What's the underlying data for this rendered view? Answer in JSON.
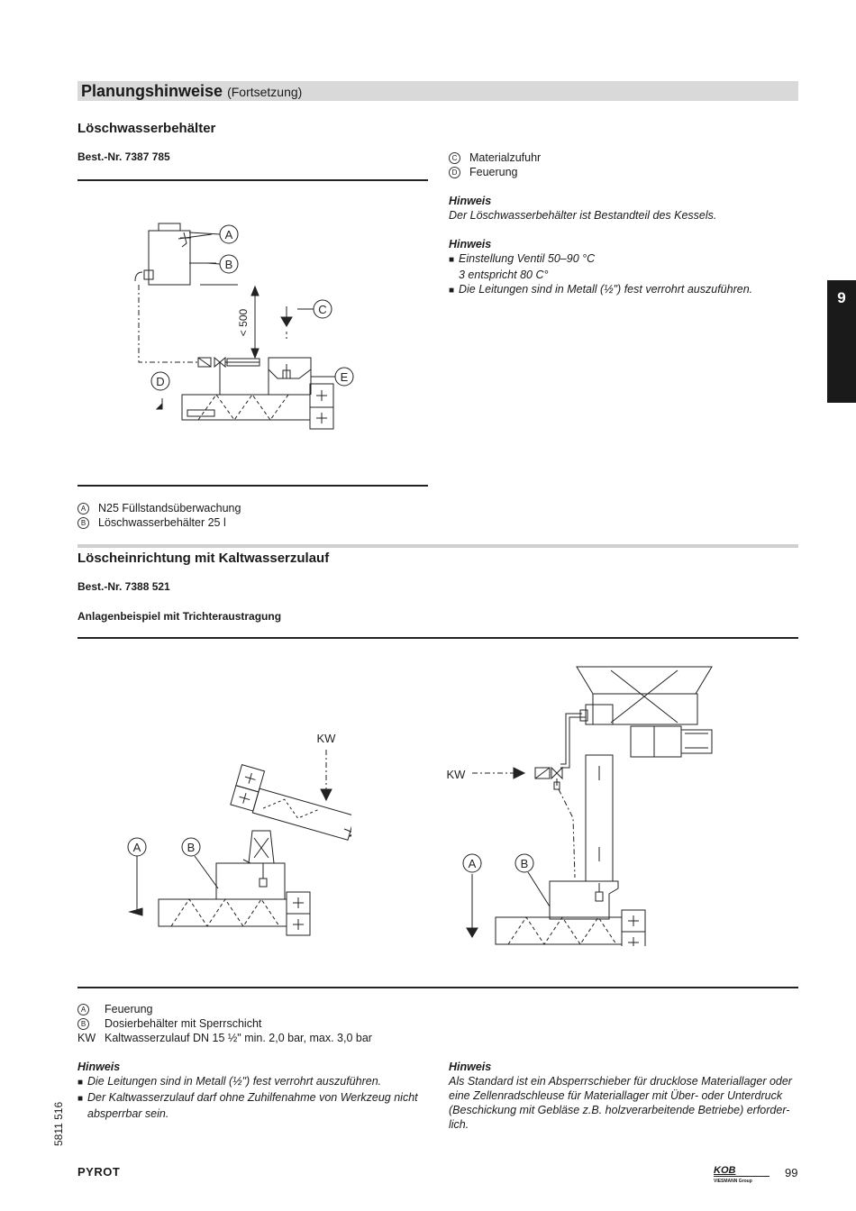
{
  "header": {
    "title": "Planungshinweise",
    "subtitle": "(Fortsetzung)"
  },
  "tab": {
    "chapter": "9"
  },
  "section1": {
    "title": "Löschwasserbehälter",
    "order_no": "Best.-Nr. 7387 785",
    "legend_right": [
      {
        "letter": "C",
        "text": "Materialzufuhr"
      },
      {
        "letter": "D",
        "text": "Feuerung"
      }
    ],
    "hinweis1": {
      "heading": "Hinweis",
      "text": "Der Löschwasserbehälter ist Bestandteil des Kessels."
    },
    "hinweis2": {
      "heading": "Hinweis",
      "items": [
        {
          "bullet": "■",
          "line1": "Einstellung Ventil 50–90 °C",
          "line2": "3 entspricht 80 C°"
        },
        {
          "bullet": "■",
          "line1": "Die Leitungen sind in Metall (½\") fest verrohrt auszuführen.",
          "line2": ""
        }
      ]
    },
    "legend_bottom": [
      {
        "letter": "A",
        "text": "N25 Füllstandsüberwachung"
      },
      {
        "letter": "B",
        "text": "Löschwasserbehälter 25 l"
      }
    ],
    "diagram": {
      "labels": [
        "A",
        "B",
        "C",
        "D",
        "E"
      ],
      "dimension": "< 500"
    }
  },
  "section2": {
    "title": "Löscheinrichtung mit Kaltwasserzulauf",
    "order_no": "Best.-Nr. 7388 521",
    "subtitle": "Anlagenbeispiel mit Trichteraustragung",
    "diagram_left": {
      "labels": [
        "A",
        "B"
      ],
      "kw": "KW"
    },
    "diagram_right": {
      "labels": [
        "A",
        "B"
      ],
      "kw": "KW"
    },
    "legend": [
      {
        "letter": "A",
        "text": "Feuerung"
      },
      {
        "letter": "B",
        "text": "Dosierbehälter mit Sperrschicht"
      },
      {
        "letter": "KW",
        "text": "Kaltwasserzulauf DN 15 ½\" min. 2,0 bar, max. 3,0 bar"
      }
    ],
    "hinweis_left": {
      "heading": "Hinweis",
      "items": [
        {
          "bullet": "■",
          "line1": "Die Leitungen sind in Metall (½\") fest verrohrt auszuführen.",
          "line2": ""
        },
        {
          "bullet": "■",
          "line1": "Der Kaltwasserzulauf darf ohne Zuhilfenahme von Werkzeug nicht",
          "line2": "absperrbar sein."
        }
      ]
    },
    "hinweis_right": {
      "heading": "Hinweis",
      "lines": [
        "Als Standard ist ein Absperrschieber für drucklose Materiallager oder",
        "eine Zellenradschleuse für Materiallager mit Über- oder Unterdruck",
        "(Beschickung mit Gebläse z.B. holzverarbeitende Betriebe) erforder-",
        "lich."
      ]
    }
  },
  "footer": {
    "doc_number": "5811 516",
    "brand": "PYROT",
    "logo": "KOB",
    "logo_sub": "VIESMANN Group",
    "page": "99"
  }
}
